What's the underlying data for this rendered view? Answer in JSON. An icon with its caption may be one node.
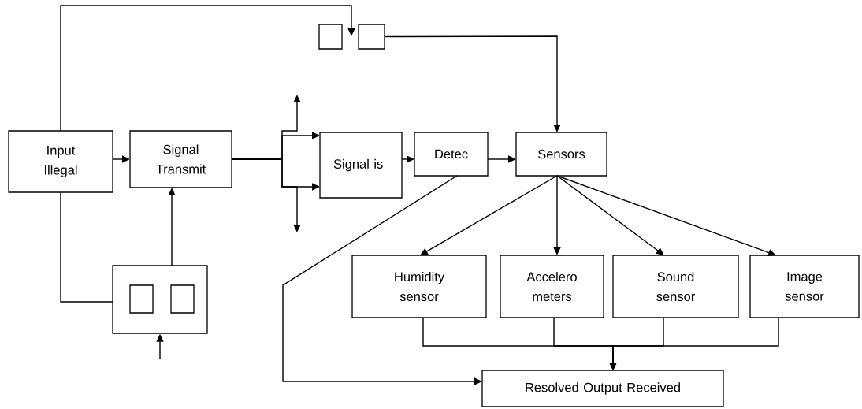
{
  "diagram": {
    "nodes": [
      {
        "text": [
          "Input Illegal"
        ]
      },
      {
        "text": [
          "Signal Transmit"
        ]
      },
      {
        "text": [
          "Signal is"
        ]
      },
      {
        "text": [
          "Detec"
        ]
      },
      {
        "text": [
          "Sensors"
        ]
      },
      {
        "text": [
          "Humidity sensor"
        ]
      },
      {
        "text": [
          "Accelero meters"
        ]
      },
      {
        "text": [
          "Sound sensor"
        ]
      },
      {
        "text": [
          "Image sensor"
        ]
      },
      {
        "text": [
          "Resolved Output Received"
        ]
      },
      {
        "text": [],
        "shape": "box"
      },
      {
        "text": [],
        "shape": "box"
      },
      {
        "text": [],
        "shape": "box"
      },
      {
        "text": [],
        "shape": "box",
        "in": 12
      },
      {
        "text": [],
        "shape": "box",
        "in": 12
      }
    ],
    "edges": [
      {
        "from": 0,
        "to": 1,
        "arrow": "to"
      },
      {
        "from": 0,
        "to": 11,
        "arrow": "to"
      },
      {
        "from": 11,
        "to": 4,
        "arrow": "to"
      },
      {
        "from": 0,
        "to": 12,
        "arrow": "none"
      },
      {
        "from": 12,
        "to": 1,
        "arrow": "to"
      },
      {
        "from": null,
        "to": 12,
        "arrow": "to"
      },
      {
        "from": 1,
        "to": 2,
        "arrow": "to"
      },
      {
        "from": 1,
        "to": 2,
        "arrow": "to"
      },
      {
        "from": 1,
        "to": null,
        "arrow": "to"
      },
      {
        "from": 1,
        "to": null,
        "arrow": "to"
      },
      {
        "from": 2,
        "to": 3,
        "arrow": "to"
      },
      {
        "from": 3,
        "to": 4,
        "arrow": "to"
      },
      {
        "from": 3,
        "to": 9,
        "arrow": "to"
      },
      {
        "from": 4,
        "to": 5,
        "arrow": "to"
      },
      {
        "from": 4,
        "to": 6,
        "arrow": "to"
      },
      {
        "from": 4,
        "to": 7,
        "arrow": "to"
      },
      {
        "from": 4,
        "to": 8,
        "arrow": "to"
      },
      {
        "from": 5,
        "to": 9,
        "arrow": "to"
      },
      {
        "from": 6,
        "to": 9,
        "arrow": "to"
      },
      {
        "from": 7,
        "to": 9,
        "arrow": "to"
      },
      {
        "from": 8,
        "to": 9,
        "arrow": "to"
      }
    ]
  }
}
